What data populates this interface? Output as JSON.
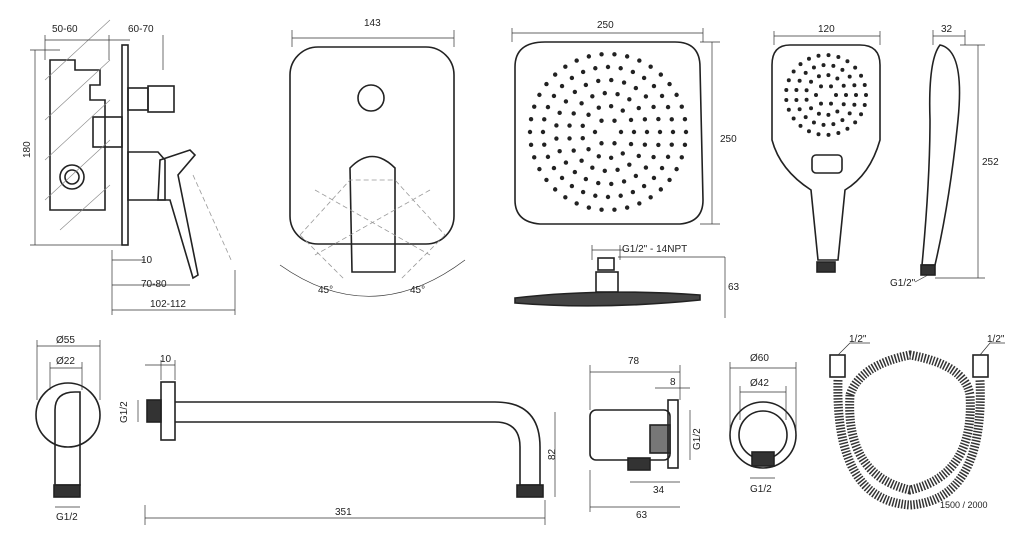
{
  "mixer_side": {
    "dim_top_left": "50-60",
    "dim_top_right": "60-70",
    "height": "180",
    "dim_10": "10",
    "dim_70_80": "70-80",
    "dim_102_112": "102-112"
  },
  "mixer_front": {
    "width": "143",
    "angle_left": "45°",
    "angle_right": "45°"
  },
  "head_shower": {
    "width": "250",
    "height": "250",
    "thread": "G1/2\" - 14NPT",
    "profile_height": "63"
  },
  "hand_shower": {
    "width": "120",
    "depth": "32",
    "length": "252",
    "thread": "G1/2\""
  },
  "arm_end": {
    "outer_dia": "Ø55",
    "inner_dia": "Ø22",
    "thread": "G1/2"
  },
  "shower_arm": {
    "flange": "10",
    "thread": "G1/2",
    "drop": "82",
    "length": "351"
  },
  "wall_holder": {
    "width": "78",
    "flange": "8",
    "thread": "G1/2",
    "outlet": "34",
    "depth": "63"
  },
  "wall_outlet": {
    "outer_dia": "Ø60",
    "inner_dia": "Ø42",
    "thread": "G1/2"
  },
  "hose": {
    "left_thread": "1/2\"",
    "right_thread": "1/2\"",
    "length": "1500 / 2000"
  }
}
